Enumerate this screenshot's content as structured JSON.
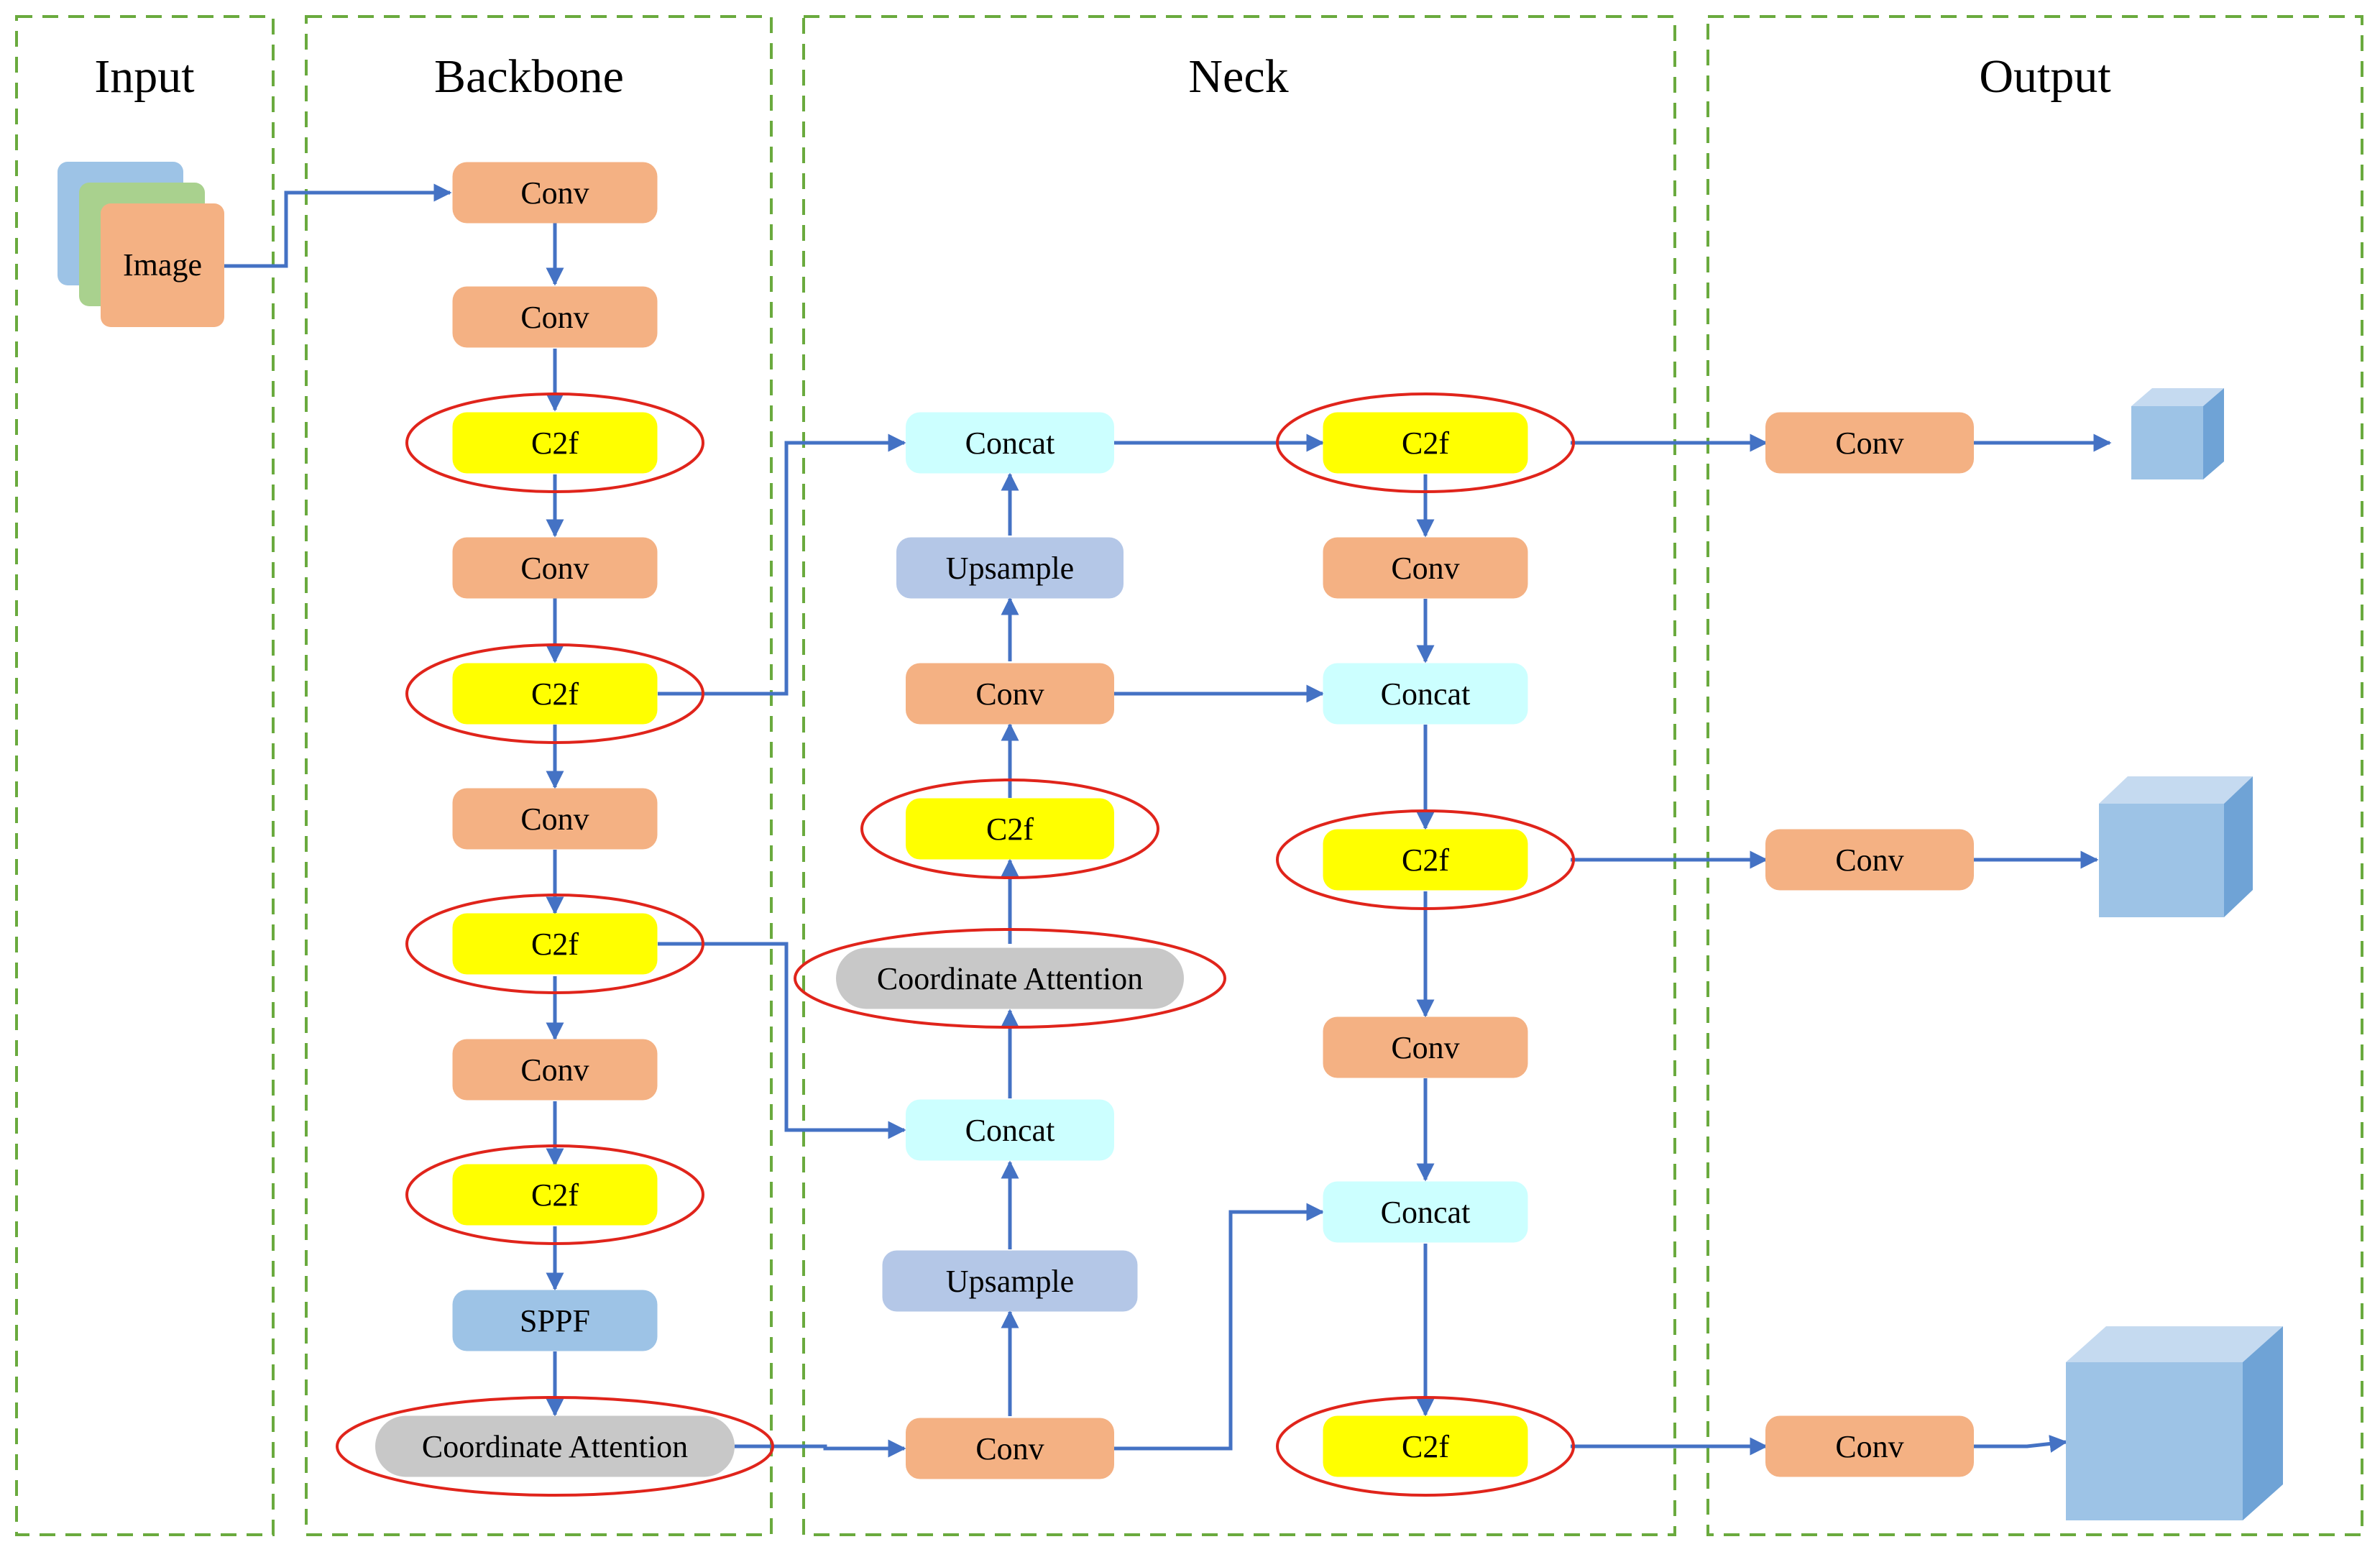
{
  "sections": [
    {
      "id": "input",
      "title": "Input"
    },
    {
      "id": "backbone",
      "title": "Backbone"
    },
    {
      "id": "neck",
      "title": "Neck"
    },
    {
      "id": "output",
      "title": "Output"
    }
  ],
  "colors": {
    "section_border": "#6aaa3e",
    "arrow": "#4472c4",
    "highlight_ellipse": "#e0241b",
    "conv": "#f4b183",
    "c2f": "#ffff00",
    "concat": "#ccffff",
    "upsample": "#b4c7e7",
    "sppf": "#9dc3e6",
    "coordinate_attention": "#c8c8c8",
    "image_stack": [
      "#9dc3e6",
      "#a9d18e",
      "#f4b183"
    ],
    "output_cube": "#9dc3e6"
  },
  "input": {
    "image_label": "Image"
  },
  "backbone": {
    "blocks": [
      {
        "id": "b1",
        "label": "Conv",
        "kind": "conv"
      },
      {
        "id": "b2",
        "label": "Conv",
        "kind": "conv"
      },
      {
        "id": "b3",
        "label": "C2f",
        "kind": "c2f",
        "highlighted": true
      },
      {
        "id": "b4",
        "label": "Conv",
        "kind": "conv"
      },
      {
        "id": "b5",
        "label": "C2f",
        "kind": "c2f",
        "highlighted": true
      },
      {
        "id": "b6",
        "label": "Conv",
        "kind": "conv"
      },
      {
        "id": "b7",
        "label": "C2f",
        "kind": "c2f",
        "highlighted": true
      },
      {
        "id": "b8",
        "label": "Conv",
        "kind": "conv"
      },
      {
        "id": "b9",
        "label": "C2f",
        "kind": "c2f",
        "highlighted": true
      },
      {
        "id": "b10",
        "label": "SPPF",
        "kind": "sppf"
      },
      {
        "id": "b11",
        "label": "Coordinate Attention",
        "kind": "coordinate_attention",
        "highlighted": true
      }
    ]
  },
  "neck": {
    "blocks": [
      {
        "id": "n1",
        "label": "Concat",
        "kind": "concat"
      },
      {
        "id": "n2",
        "label": "Upsample",
        "kind": "upsample"
      },
      {
        "id": "n3",
        "label": "Conv",
        "kind": "conv"
      },
      {
        "id": "n4",
        "label": "C2f",
        "kind": "c2f",
        "highlighted": true
      },
      {
        "id": "n5",
        "label": "Coordinate Attention",
        "kind": "coordinate_attention",
        "highlighted": true
      },
      {
        "id": "n6",
        "label": "Concat",
        "kind": "concat"
      },
      {
        "id": "n7",
        "label": "Upsample",
        "kind": "upsample"
      },
      {
        "id": "n8",
        "label": "Conv",
        "kind": "conv"
      },
      {
        "id": "n9",
        "label": "C2f",
        "kind": "c2f",
        "highlighted": true
      },
      {
        "id": "n10",
        "label": "Conv",
        "kind": "conv"
      },
      {
        "id": "n11",
        "label": "Concat",
        "kind": "concat"
      },
      {
        "id": "n12",
        "label": "C2f",
        "kind": "c2f",
        "highlighted": true
      },
      {
        "id": "n13",
        "label": "Conv",
        "kind": "conv"
      },
      {
        "id": "n14",
        "label": "Concat",
        "kind": "concat"
      },
      {
        "id": "n15",
        "label": "C2f",
        "kind": "c2f",
        "highlighted": true
      }
    ]
  },
  "output": {
    "blocks": [
      {
        "id": "o1",
        "label": "Conv",
        "kind": "conv"
      },
      {
        "id": "o2",
        "label": "Conv",
        "kind": "conv"
      },
      {
        "id": "o3",
        "label": "Conv",
        "kind": "conv"
      }
    ],
    "cubes": [
      {
        "id": "cube-small",
        "size": "small"
      },
      {
        "id": "cube-medium",
        "size": "medium"
      },
      {
        "id": "cube-large",
        "size": "large"
      }
    ]
  }
}
